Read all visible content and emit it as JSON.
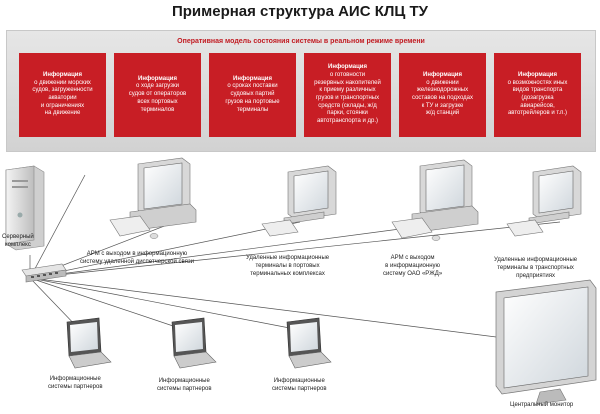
{
  "title": "Примерная структура АИС КЛЦ ТУ",
  "panel": {
    "title": "Оперативная модель состояния системы в реальном режиме времени",
    "boxes": [
      {
        "lead": "Информация",
        "text": "о движении морских\nсудов, загруженности\nакватории\nи ограничениях\nна движение"
      },
      {
        "lead": "Информация",
        "text": "о ходе загрузки\nсудов от операторов\nвсех портовых\nтерминалов"
      },
      {
        "lead": "Информация",
        "text": "о сроках поставки\nсудовых партий\nгрузов на портовые\nтерминалы"
      },
      {
        "lead": "Информация",
        "text": "о готовности\nрезервных накопителей\nк приему различных\nгрузов и транспортных\nсредств (склады, ж/д\nпарки, стоянки\nавтотранспорта и др.)"
      },
      {
        "lead": "Информация",
        "text": "о движении\nжелезнодорожных\nсоставов на подходах\nк ТУ и загрузке\nж/д станций"
      },
      {
        "lead": "Информация",
        "text": "о возможностях иных\nвидов транспорта\n(дозагрузка\nавиарейсов,\nавтотрейлеров и т.п.)"
      }
    ]
  },
  "nodes": {
    "server": "Серверный\nкомплекс",
    "arm1": "АРМ с выходом в информационную\nсистему удаленной диспетчерской связи",
    "remote1": "Удаленные информационные\nтерминалы в портовых\nтерминальных комплексах",
    "arm2": "АРМ с выходом\nв информационную\nсистему ОАО «РЖД»",
    "remote2": "Удаленные информационные\nтерминалы в транспортных\nпредприятиях",
    "partners1": "Информационные\nсистемы партнеров",
    "partners2": "Информационные\nсистемы партнеров",
    "partners3": "Информационные\nсистемы партнеров",
    "monitor": "Центральный монитор"
  },
  "colors": {
    "accent": "#c81e25",
    "panel": "#dcdcdc"
  }
}
